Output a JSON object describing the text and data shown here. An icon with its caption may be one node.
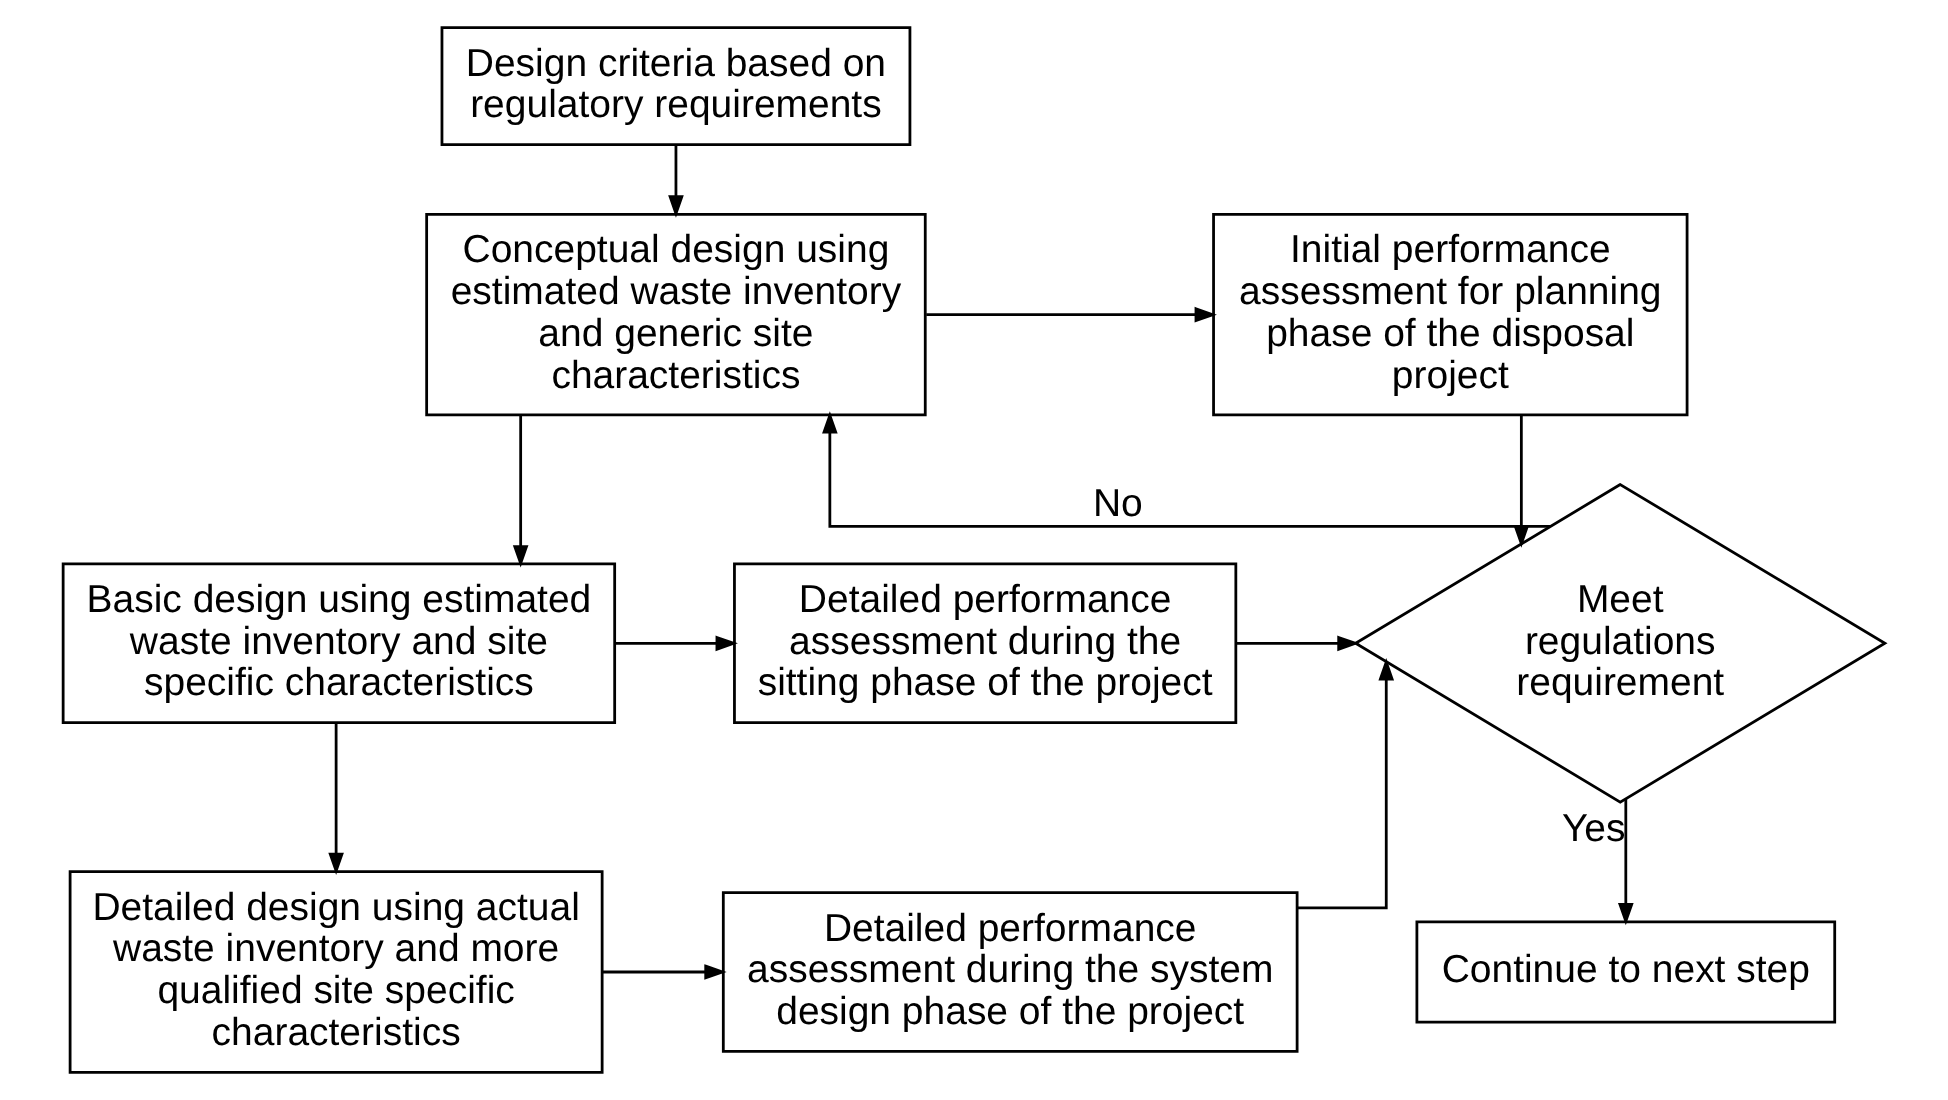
{
  "diagram": {
    "nodes": [
      {
        "text": [
          "Design criteria based on regulatory requirements"
        ]
      },
      {
        "text": [
          "Conceptual design using estimated waste inventory and generic site characteristics"
        ]
      },
      {
        "text": [
          "Initial performance assessment for planning phase of the disposal project"
        ]
      },
      {
        "text": [
          "Basic design using estimated waste inventory and site specific characteristics"
        ]
      },
      {
        "text": [
          "Detailed performance assessment during the sitting phase of the project"
        ]
      },
      {
        "text": [
          "Detailed design using actual waste inventory and more qualified site specific characteristics"
        ]
      },
      {
        "text": [
          "Detailed performance assessment during the system design phase of the project"
        ]
      },
      {
        "text": [
          "Meet regulations requirement"
        ]
      },
      {
        "text": [
          "Continue to next step"
        ]
      }
    ],
    "edges": [
      {
        "from": 0,
        "to": 1,
        "arrow": "to"
      },
      {
        "from": 1,
        "to": 2,
        "arrow": "to"
      },
      {
        "from": 1,
        "to": 3,
        "arrow": "to"
      },
      {
        "from": 3,
        "to": 4,
        "arrow": "to"
      },
      {
        "from": 3,
        "to": 5,
        "arrow": "to"
      },
      {
        "from": 5,
        "to": 6,
        "arrow": "to"
      },
      {
        "from": 2,
        "to": 7,
        "arrow": "to"
      },
      {
        "from": 4,
        "to": 7,
        "arrow": "to"
      },
      {
        "from": 6,
        "to": 7,
        "arrow": "to"
      },
      {
        "from": 7,
        "to": 1,
        "arrow": "to",
        "label": "No"
      },
      {
        "from": 7,
        "to": 8,
        "arrow": "to",
        "label": "Yes"
      }
    ]
  }
}
